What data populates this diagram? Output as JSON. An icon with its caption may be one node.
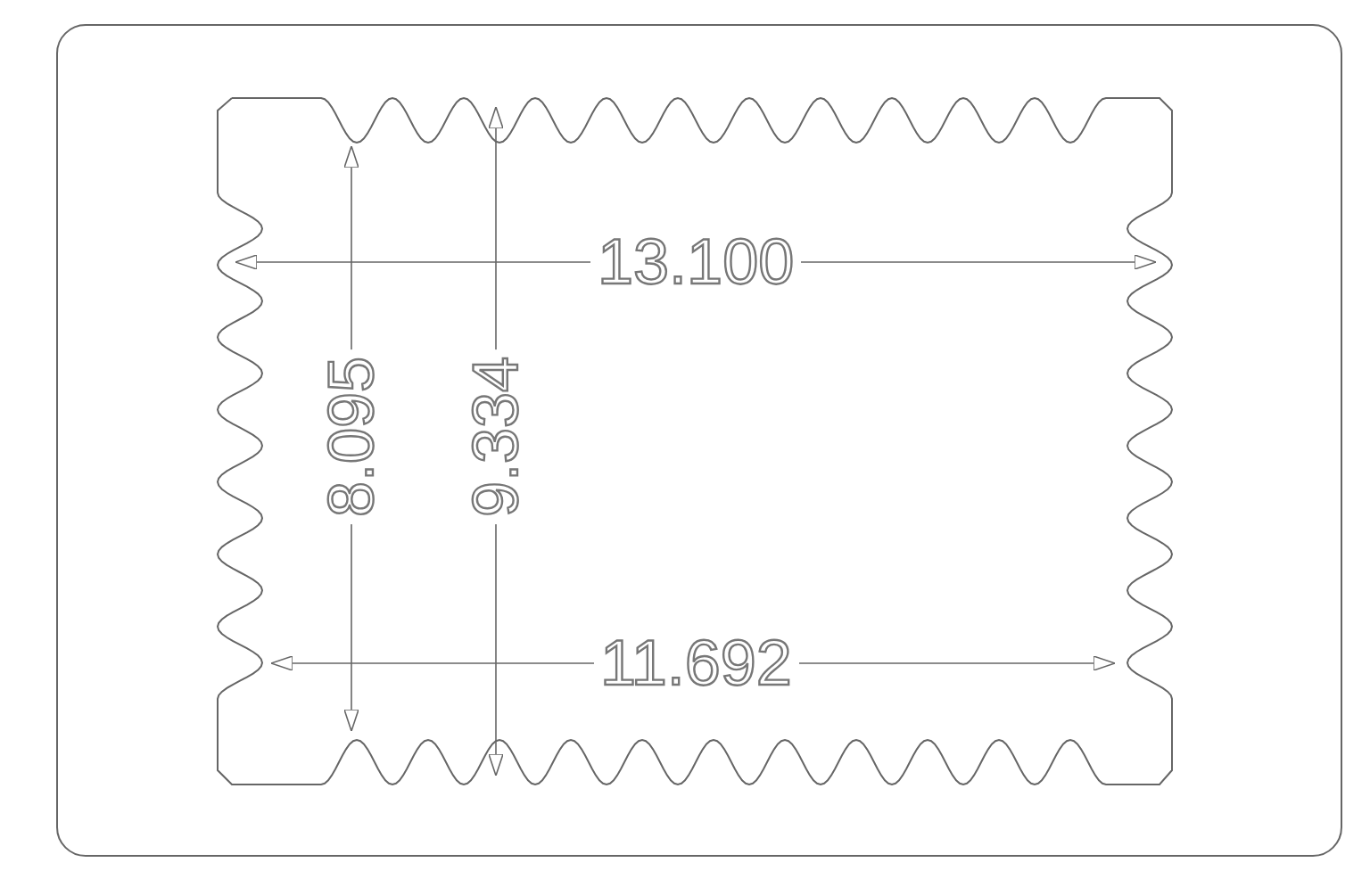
{
  "diagram": {
    "labels": [
      "13.100",
      "8.095",
      "9.334",
      "11.692"
    ]
  }
}
